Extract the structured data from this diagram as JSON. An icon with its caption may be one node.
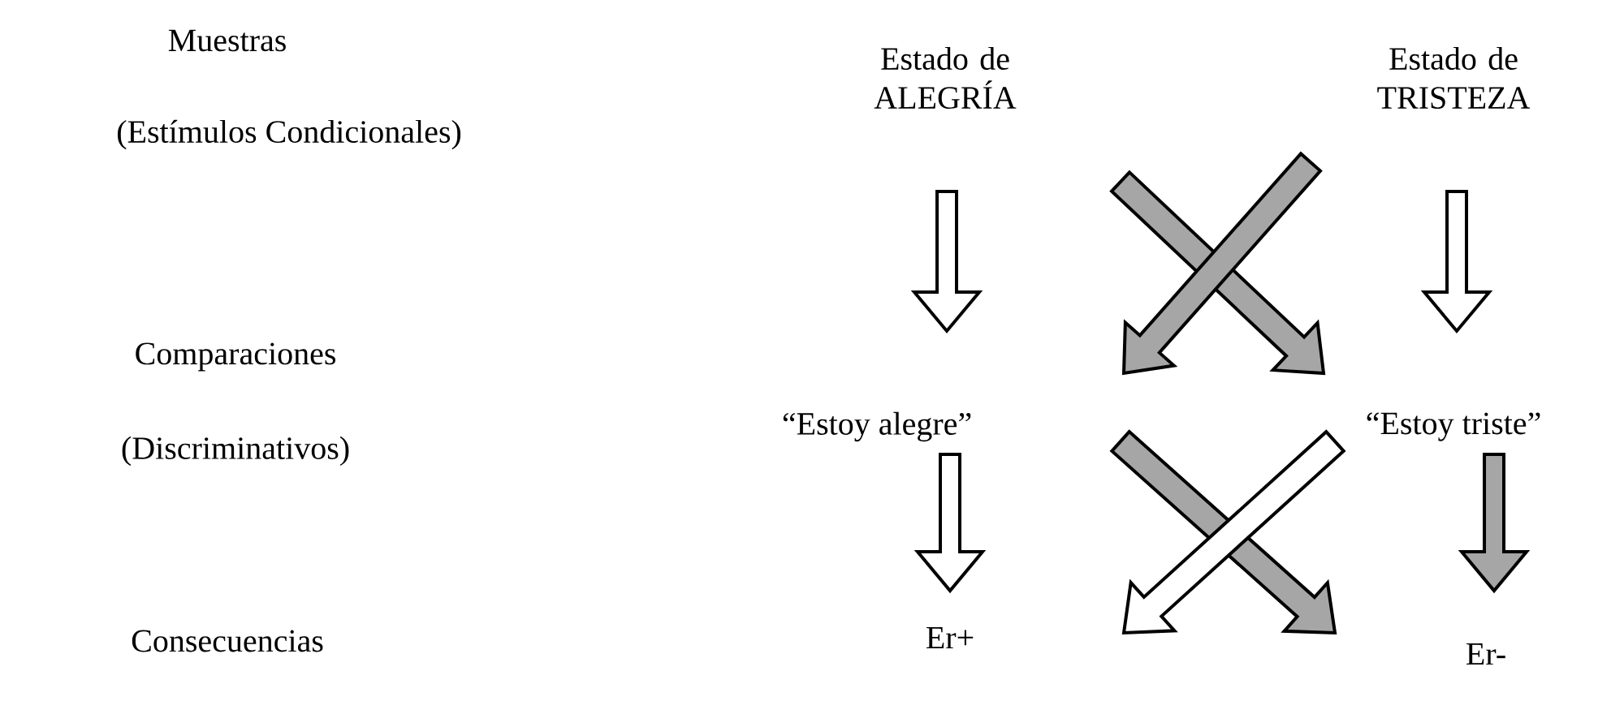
{
  "diagram": {
    "nodes": [
      {
        "text": [
          "Estado de ALEGRÍA"
        ]
      },
      {
        "text": [
          "Estado de TRISTEZA"
        ]
      },
      {
        "text": [
          "“Estoy alegre”"
        ]
      },
      {
        "text": [
          "“Estoy triste”"
        ]
      },
      {
        "text": [
          "Er+"
        ]
      },
      {
        "text": [
          "Er-"
        ]
      }
    ],
    "edges": [
      {
        "from": 0,
        "to": 2,
        "arrow": "to"
      },
      {
        "from": 0,
        "to": 3,
        "arrow": "to",
        "color": "#a6a6a6"
      },
      {
        "from": 1,
        "to": 2,
        "arrow": "to",
        "color": "#a6a6a6"
      },
      {
        "from": 1,
        "to": 3,
        "arrow": "to"
      },
      {
        "from": 2,
        "to": 4,
        "arrow": "to"
      },
      {
        "from": 2,
        "to": 5,
        "arrow": "to",
        "color": "#a6a6a6"
      },
      {
        "from": 3,
        "to": 4,
        "arrow": "to"
      },
      {
        "from": 3,
        "to": 5,
        "arrow": "to",
        "color": "#a6a6a6"
      }
    ],
    "labels": [
      "Muestras",
      "(Estímulos Condicionales)",
      "Comparaciones",
      "(Discriminativos)",
      "Consecuencias"
    ]
  }
}
